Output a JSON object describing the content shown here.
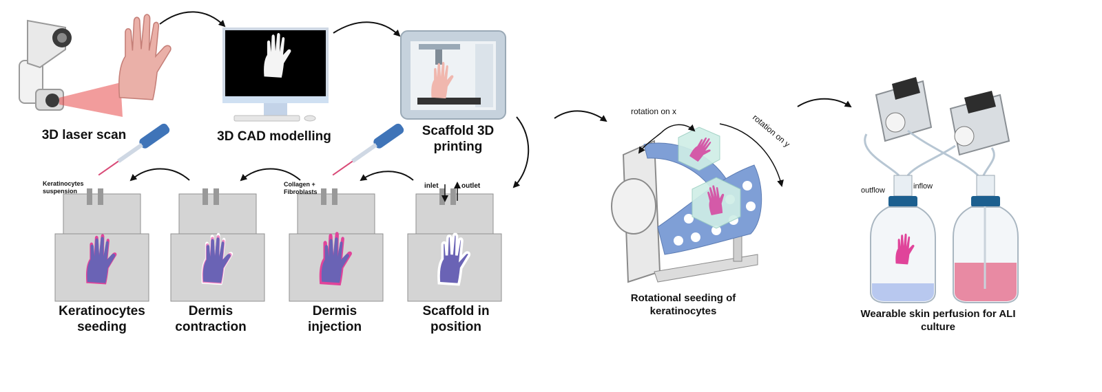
{
  "steps": {
    "scan": "3D laser scan",
    "cad": "3D CAD modelling",
    "print_line1": "Scaffold 3D",
    "print_line2": "printing",
    "scaffold_line1": "Scaffold in",
    "scaffold_line2": "position",
    "injection_line1": "Dermis",
    "injection_line2": "injection",
    "contraction_line1": "Dermis",
    "contraction_line2": "contraction",
    "seeding_line1": "Keratinocytes",
    "seeding_line2": "seeding",
    "rotational_line1": "Rotational seeding of",
    "rotational_line2": "keratinocytes",
    "perfusion_line1": "Wearable skin perfusion for ALI",
    "perfusion_line2": "culture"
  },
  "annotations": {
    "inlet": "inlet",
    "outlet": "outlet",
    "collagen_line1": "Collagen +",
    "collagen_line2": "Fibroblasts",
    "kera_line1": "Keratinocytes",
    "kera_line2": "suspension",
    "rotation_x": "rotation on x",
    "rotation_y": "rotation on y",
    "outflow": "outflow",
    "inflow": "inflow"
  },
  "colors": {
    "skin_purple": "#6a63b5",
    "dermis_pink": "#e0449a",
    "rotator_blue": "#7f9fd6",
    "mold_grey": "#d4d4d4",
    "medium_pink": "#e88aa3",
    "medium_blue": "#b8c8ef",
    "cap_blue": "#1c5f8f"
  },
  "icons": [
    "laser-scanner-icon",
    "hand-icon",
    "monitor-icon",
    "3d-printer-icon",
    "pipette-icon",
    "tube-rotator-icon",
    "peristaltic-pump-icon",
    "culture-bottle-icon"
  ]
}
